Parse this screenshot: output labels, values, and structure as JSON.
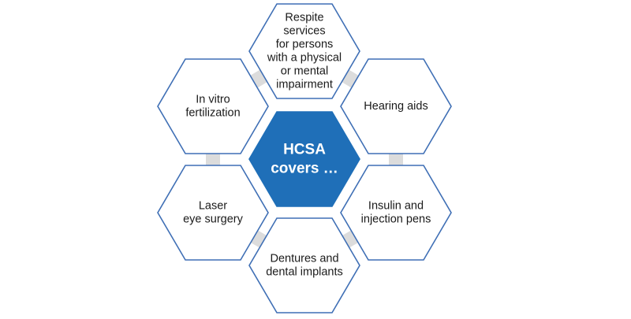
{
  "diagram": {
    "center": {
      "lines": [
        "HCSA",
        "covers …"
      ],
      "color": "#1f6fb8"
    },
    "items": [
      {
        "lines": [
          "Respite",
          "services",
          "for persons",
          "with a physical",
          "or mental",
          "impairment"
        ]
      },
      {
        "lines": [
          "Hearing aids"
        ]
      },
      {
        "lines": [
          "Insulin and",
          "injection pens"
        ]
      },
      {
        "lines": [
          "Dentures and",
          "dental implants"
        ]
      },
      {
        "lines": [
          "Laser",
          "eye surgery"
        ]
      },
      {
        "lines": [
          "In vitro",
          "fertilization"
        ]
      }
    ],
    "colors": {
      "outline": "#3f6fb5",
      "connector": "#dcdcdc",
      "text": "#1a1a1a"
    }
  }
}
